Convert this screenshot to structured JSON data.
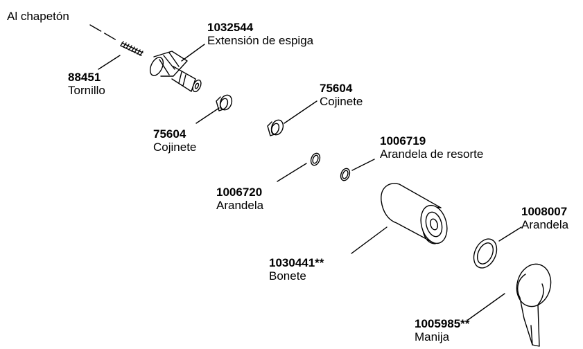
{
  "labels": {
    "al_chapeton": "Al chapetón",
    "stem_extension": {
      "part": "1032544",
      "name": "Extensión de espiga"
    },
    "screw": {
      "part": "88451",
      "name": "Tornillo"
    },
    "bushing_left": {
      "part": "75604",
      "name": "Cojinete"
    },
    "bushing_right": {
      "part": "75604",
      "name": "Cojinete"
    },
    "spring_washer": {
      "part": "1006719",
      "name": "Arandela de resorte"
    },
    "washer_small": {
      "part": "1006720",
      "name": "Arandela"
    },
    "washer_large": {
      "part": "1008007",
      "name": "Arandela"
    },
    "bonnet": {
      "part": "1030441**",
      "name": "Bonete"
    },
    "handle": {
      "part": "1005985**",
      "name": "Manija"
    }
  }
}
